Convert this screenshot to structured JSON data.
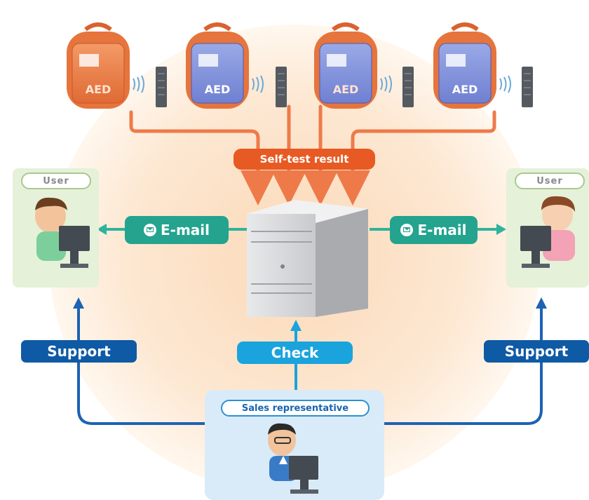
{
  "labels": {
    "self_test": "Self-test result",
    "user_left": "User",
    "user_right": "User",
    "email_left": "E-mail",
    "email_right": "E-mail",
    "support_left": "Support",
    "support_right": "Support",
    "check": "Check",
    "sales_rep": "Sales representative"
  },
  "device_logo_text": [
    "AED",
    "AED",
    "AED",
    "AED"
  ],
  "colors": {
    "background_glow": "#fde8d3",
    "orange_flow": "#ee7a49",
    "email_teal": "#24a38e",
    "support_navy": "#0f5aa5",
    "check_blue": "#1aa3dc",
    "sales_box": "#d9ebf8",
    "user_box": "#e5f1d8",
    "server_grey": "#c8c9cc"
  }
}
